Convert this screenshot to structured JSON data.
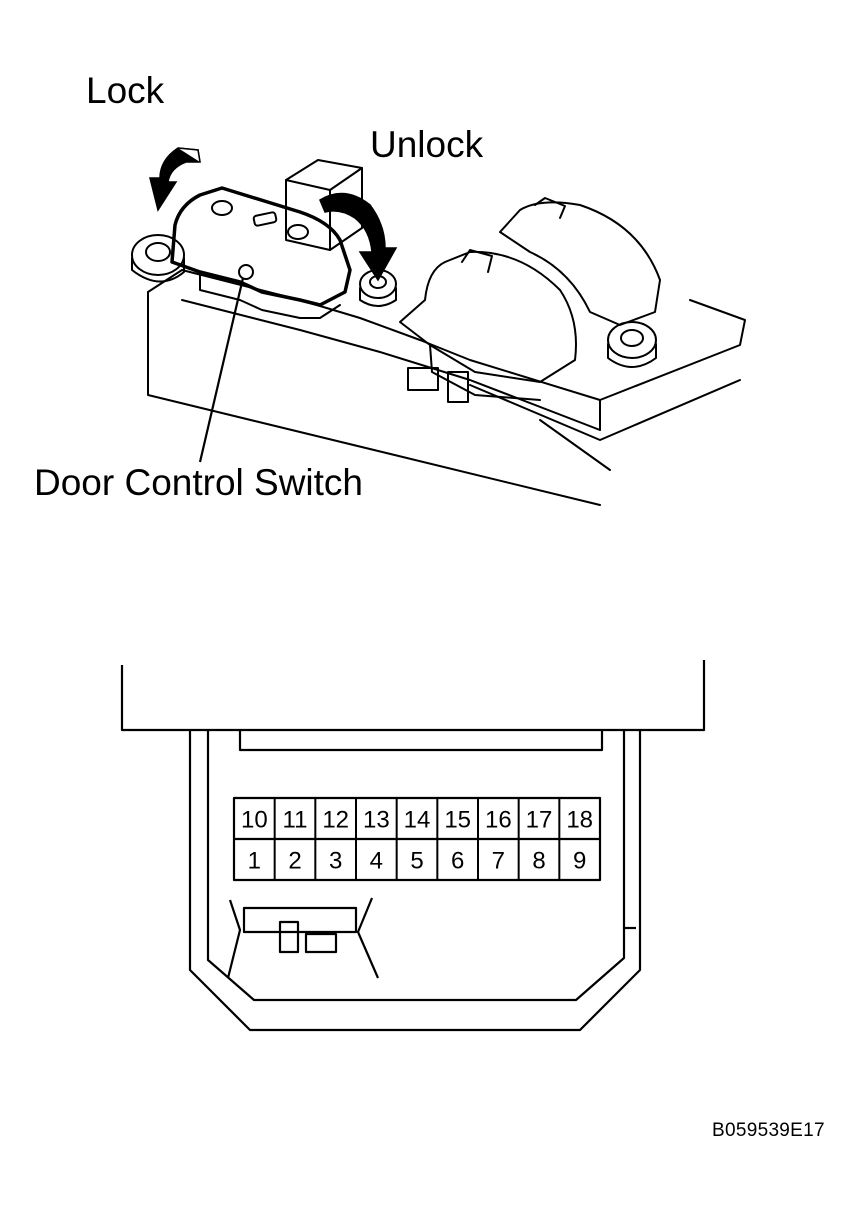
{
  "labels": {
    "lock": "Lock",
    "unlock": "Unlock",
    "switch_name": "Door Control Switch",
    "figure_code": "B059539E17"
  },
  "connector": {
    "top_row": [
      "10",
      "11",
      "12",
      "13",
      "14",
      "15",
      "16",
      "17",
      "18"
    ],
    "bottom_row": [
      "1",
      "2",
      "3",
      "4",
      "5",
      "6",
      "7",
      "8",
      "9"
    ]
  }
}
